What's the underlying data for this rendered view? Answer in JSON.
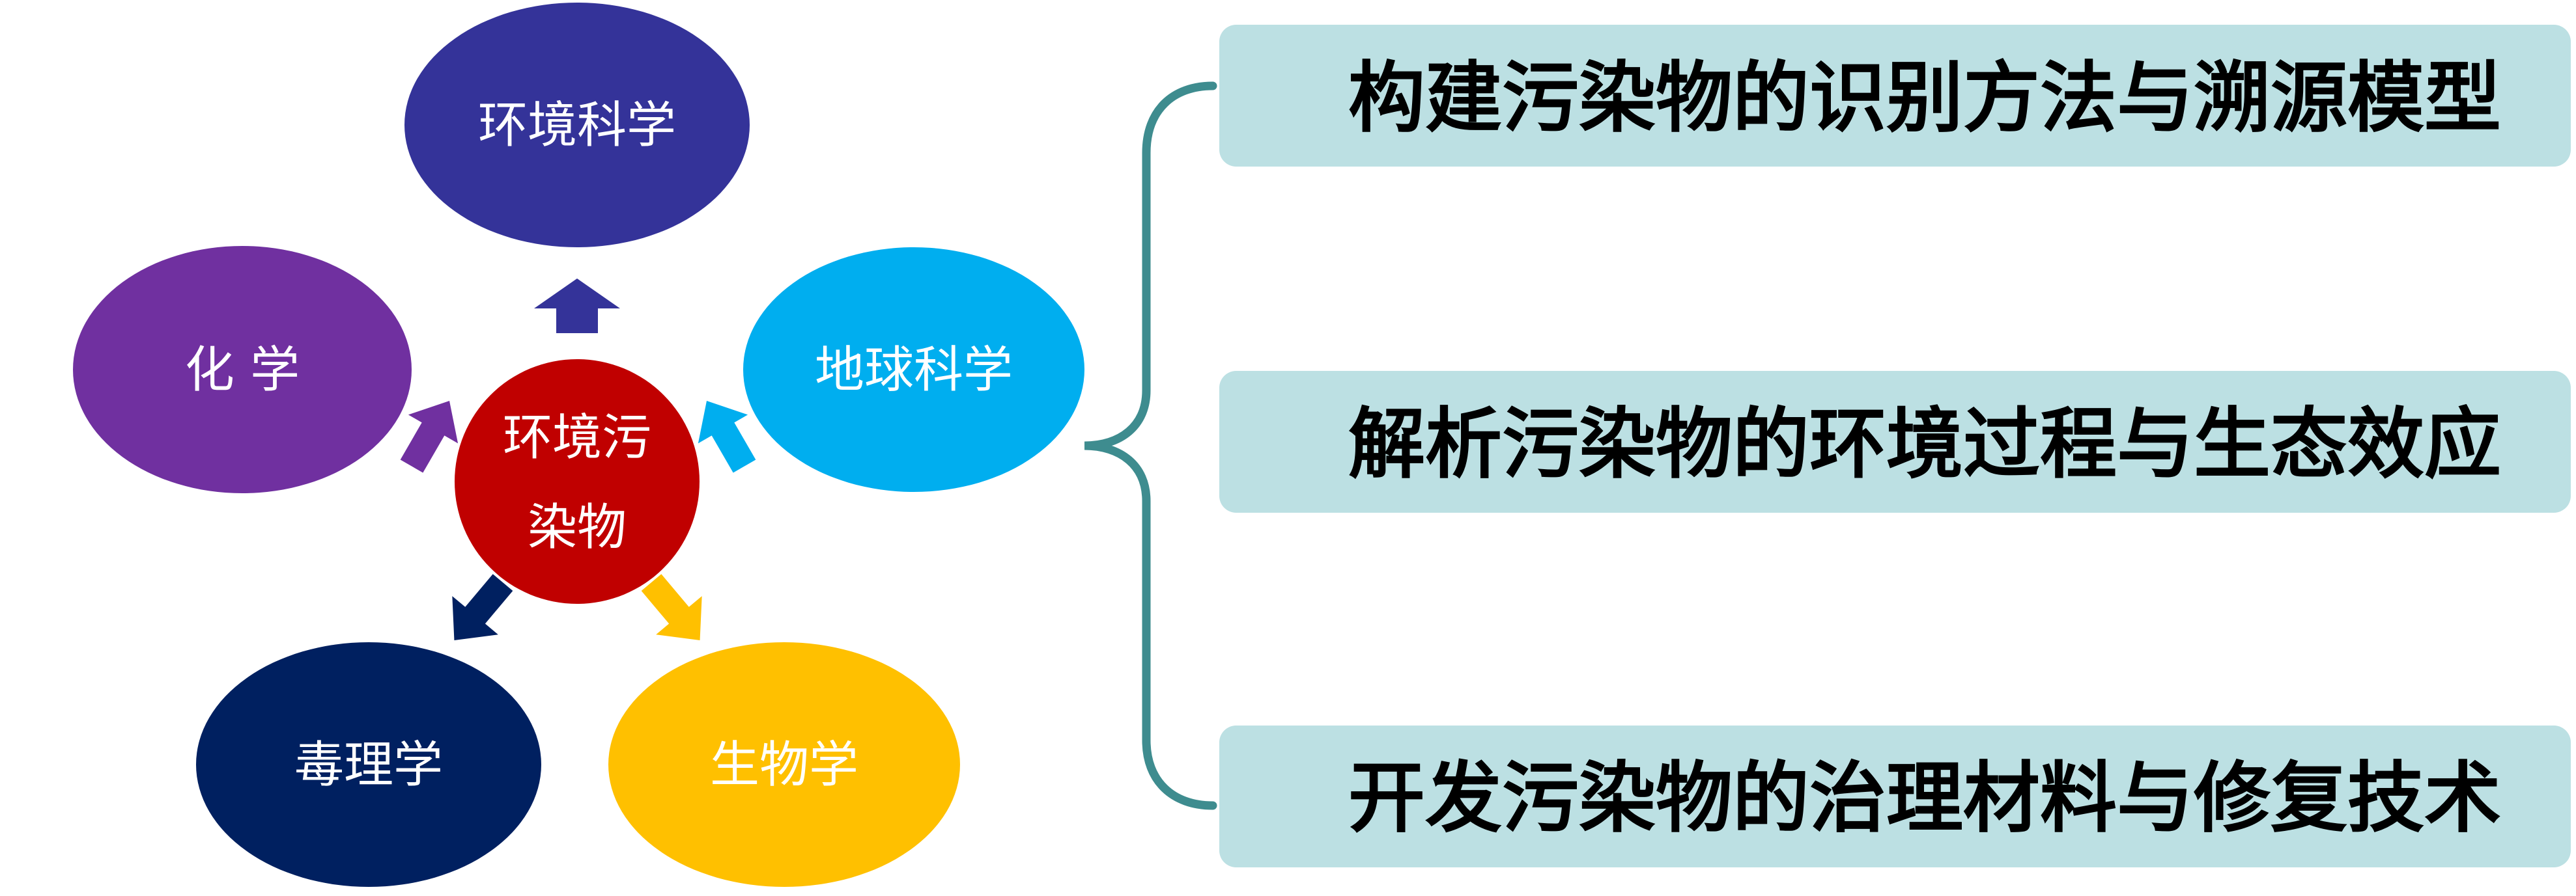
{
  "center": {
    "label_line1": "环境污",
    "label_line2": "染物",
    "color": "#C00000"
  },
  "disciplines": {
    "environmental_science": {
      "label": "环境科学",
      "color": "#343399"
    },
    "earth_science": {
      "label": "地球科学",
      "color": "#00AEEF"
    },
    "biology": {
      "label": "生物学",
      "color": "#FFC000"
    },
    "toxicology": {
      "label": "毒理学",
      "color": "#002060"
    },
    "chemistry": {
      "label": "化 学",
      "color": "#7030A0"
    }
  },
  "goals": [
    {
      "label": "构建污染物的识别方法与溯源模型"
    },
    {
      "label": "解析污染物的环境过程与生态效应"
    },
    {
      "label": "开发污染物的治理材料与修复技术"
    }
  ],
  "colors": {
    "goal_bar": "#BCE0E3",
    "brace": "#3E8C8F"
  }
}
